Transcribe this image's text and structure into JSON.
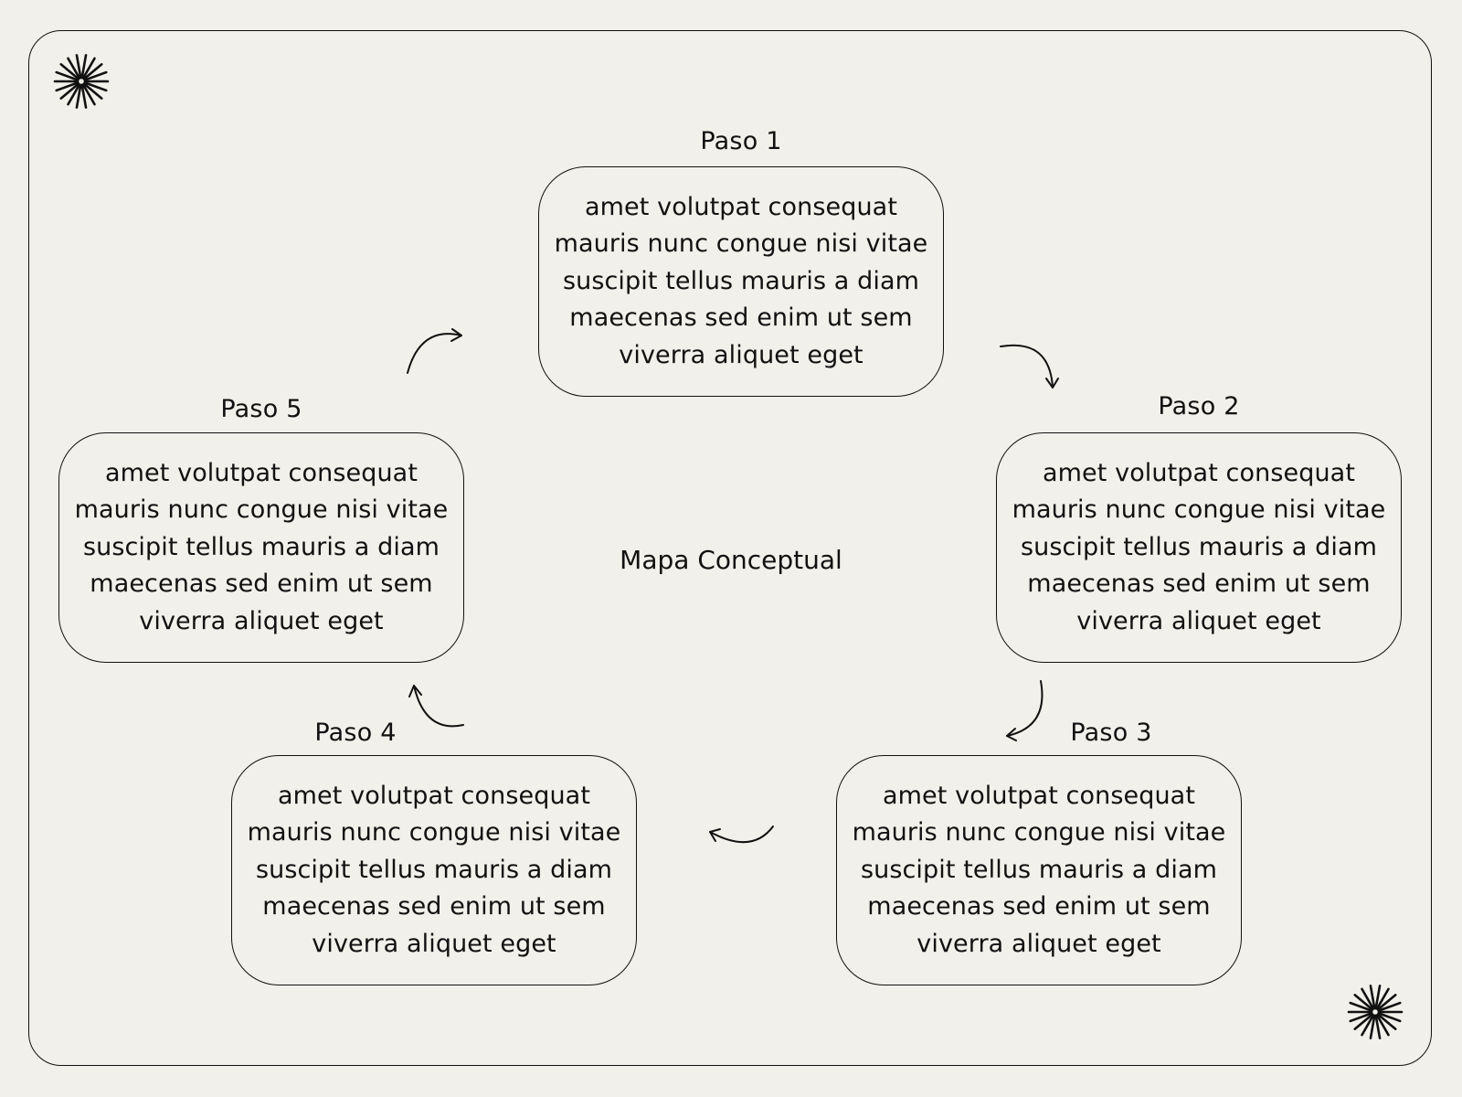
{
  "diagram": {
    "title": "Mapa Conceptual",
    "steps": [
      {
        "label": "Paso 1",
        "lines": [
          "amet volutpat consequat",
          "mauris nunc congue nisi vitae",
          "suscipit tellus mauris a diam",
          "maecenas sed enim ut sem",
          "viverra aliquet eget"
        ]
      },
      {
        "label": "Paso 2",
        "lines": [
          "amet volutpat consequat",
          "mauris nunc congue nisi vitae",
          "suscipit tellus mauris a diam",
          "maecenas sed enim ut sem",
          "viverra aliquet eget"
        ]
      },
      {
        "label": "Paso 3",
        "lines": [
          "amet volutpat consequat",
          "mauris nunc congue nisi vitae",
          "suscipit tellus mauris a diam",
          "maecenas sed enim ut sem",
          "viverra aliquet eget"
        ]
      },
      {
        "label": "Paso 4",
        "lines": [
          "amet volutpat consequat",
          "mauris nunc congue nisi vitae",
          "suscipit tellus mauris a diam",
          "maecenas sed enim ut sem",
          "viverra aliquet eget"
        ]
      },
      {
        "label": "Paso 5",
        "lines": [
          "amet volutpat consequat",
          "mauris nunc congue nisi vitae",
          "suscipit tellus mauris a diam",
          "maecenas sed enim ut sem",
          "viverra aliquet eget"
        ]
      }
    ],
    "flow": [
      "Paso 1",
      "Paso 2",
      "Paso 3",
      "Paso 4",
      "Paso 5",
      "Paso 1"
    ],
    "decorations": [
      "starburst-icon",
      "starburst-icon"
    ]
  },
  "colors": {
    "background": "#f2f0ea",
    "ink": "#111111"
  }
}
